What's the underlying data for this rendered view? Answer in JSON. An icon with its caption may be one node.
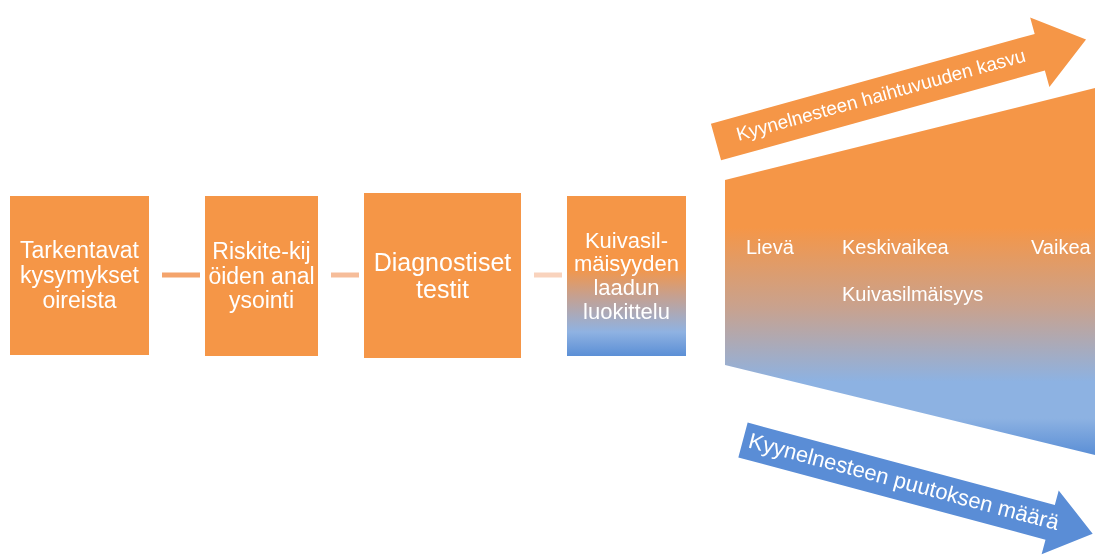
{
  "diagram": {
    "nodes": [
      {
        "text": [
          "Tarkentavat kysymykset oireista"
        ]
      },
      {
        "text": [
          "Riskite-kijöiden analysointi"
        ]
      },
      {
        "text": [
          "Diagnostiset testit"
        ]
      },
      {
        "text": [
          "Kuivasil-mäisyyden laadun luokittelu"
        ]
      },
      {
        "text": [
          "Lievä",
          "Keskivaikea",
          "Kuivasilmäisyys",
          "Vaikea"
        ]
      }
    ],
    "edges": [
      {
        "from": 0,
        "to": 1,
        "arrow": "none",
        "color": "#f4a46c"
      },
      {
        "from": 1,
        "to": 2,
        "arrow": "none",
        "color": "#f6bd9a"
      },
      {
        "from": 2,
        "to": 3,
        "arrow": "none",
        "color": "#f9d3bd"
      }
    ],
    "labels": [
      "Kyynelnesteen haihtuvuuden kasvu",
      "Kyynelnesteen puutoksen määrä"
    ]
  }
}
